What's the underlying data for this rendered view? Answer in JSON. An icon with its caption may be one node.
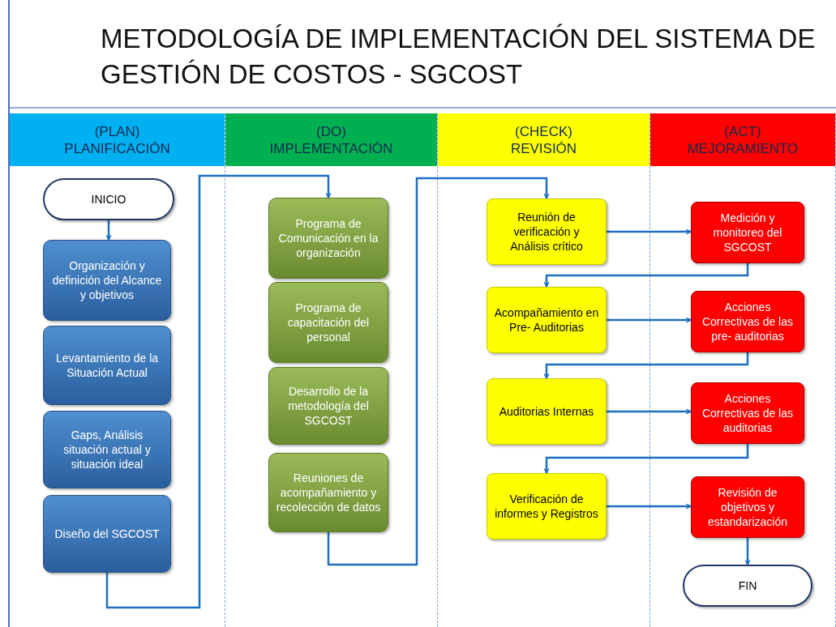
{
  "diagram": {
    "title": "METODOLOGÍA DE IMPLEMENTACIÓN DEL SISTEMA DE GESTIÓN DE COSTOS - SGCOST",
    "nodes": [
      {
        "text": [
          "(PLAN)",
          "PLANIFICACIÓN"
        ]
      },
      {
        "text": [
          "INICIO"
        ],
        "in": 0
      },
      {
        "text": [
          "Organización y definición del Alcance y objetivos"
        ],
        "in": 0
      },
      {
        "text": [
          "Levantamiento de la Situación Actual"
        ],
        "in": 0
      },
      {
        "text": [
          "Gaps, Análisis situación actual y situación ideal"
        ],
        "in": 0
      },
      {
        "text": [
          "Diseño del SGCOST"
        ],
        "in": 0
      },
      {
        "text": [
          "(DO)",
          "IMPLEMENTACIÓN"
        ]
      },
      {
        "text": [
          "Programa de Comunicación en la organización"
        ],
        "in": 6
      },
      {
        "text": [
          "Programa de capacitación del personal"
        ],
        "in": 6
      },
      {
        "text": [
          "Desarrollo de la metodología del SGCOST"
        ],
        "in": 6
      },
      {
        "text": [
          "Reuniones de acompañamiento y recolección de datos"
        ],
        "in": 6
      },
      {
        "text": [
          "(CHECK)",
          "REVISIÓN"
        ]
      },
      {
        "text": [
          "Reunión de verificación y Análisis crítico"
        ],
        "in": 11
      },
      {
        "text": [
          "Acompañamiento en Pre- Auditorias"
        ],
        "in": 11
      },
      {
        "text": [
          "Auditorias Internas"
        ],
        "in": 11
      },
      {
        "text": [
          "Verificación de informes y Registros"
        ],
        "in": 11
      },
      {
        "text": [
          "(ACT)",
          "MEJORAMIENTO"
        ]
      },
      {
        "text": [
          "Medición y monitoreo del SGCOST"
        ],
        "in": 16
      },
      {
        "text": [
          "Acciones Correctivas de las pre- auditorias"
        ],
        "in": 16
      },
      {
        "text": [
          "Acciones Correctivas de las auditorias"
        ],
        "in": 16
      },
      {
        "text": [
          "Revisión de objetivos y estandarización"
        ],
        "in": 16
      },
      {
        "text": [
          "FIN"
        ],
        "in": 16
      }
    ],
    "edges": [
      {
        "from": 1,
        "to": 2,
        "arrow": "to"
      },
      {
        "from": 5,
        "to": 7,
        "arrow": "to"
      },
      {
        "from": 10,
        "to": 12,
        "arrow": "to"
      },
      {
        "from": 12,
        "to": 17,
        "arrow": "to"
      },
      {
        "from": 17,
        "to": 13,
        "arrow": "to"
      },
      {
        "from": 13,
        "to": 18,
        "arrow": "to"
      },
      {
        "from": 18,
        "to": 14,
        "arrow": "to"
      },
      {
        "from": 14,
        "to": 19,
        "arrow": "to"
      },
      {
        "from": 19,
        "to": 15,
        "arrow": "to"
      },
      {
        "from": 15,
        "to": 20,
        "arrow": "to"
      },
      {
        "from": 20,
        "to": 21,
        "arrow": "to"
      }
    ]
  }
}
